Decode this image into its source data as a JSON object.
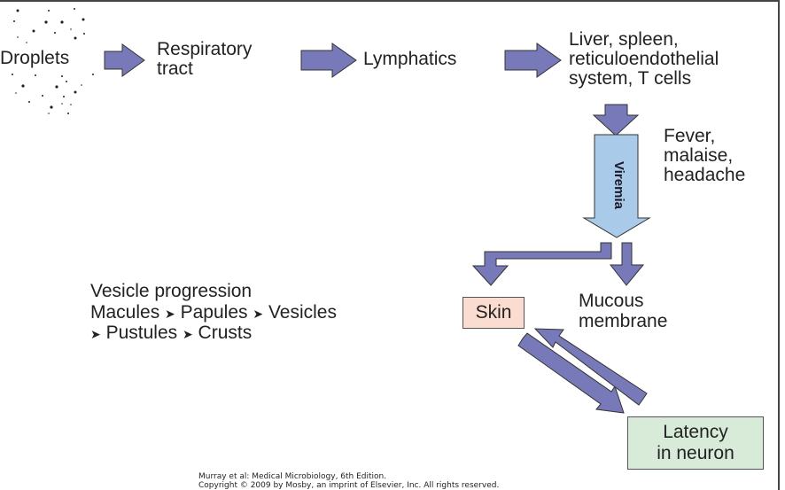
{
  "diagram": {
    "nodes": {
      "droplets": "Droplets",
      "respiratory_tract": [
        "Respiratory",
        "tract"
      ],
      "lymphatics": "Lymphatics",
      "organs": [
        "Liver, spleen,",
        "reticuloendothelial",
        "system, T cells"
      ],
      "viremia": "Viremia",
      "symptoms": [
        "Fever,",
        "malaise,",
        "headache"
      ],
      "skin": "Skin",
      "mucous_membrane": [
        "Mucous",
        "membrane"
      ],
      "latency": [
        "Latency",
        "in neuron"
      ]
    },
    "vesicle_progression": {
      "title": "Vesicle progression",
      "line1": [
        "Macules",
        "Papules",
        "Vesicles"
      ],
      "line2": [
        "Pustules",
        "Crusts"
      ]
    },
    "colors": {
      "arrow_fill": "#7779b8",
      "viremia_fill": "#a9cbe9",
      "skin_fill": "#fadcd0",
      "latency_fill": "#d8ebd9"
    }
  },
  "credit": {
    "line1": "Murray et al: Medical Microbiology, 6th Edition.",
    "line2": "Copyright © 2009 by Mosby, an imprint of Elsevier, Inc. All rights reserved."
  }
}
